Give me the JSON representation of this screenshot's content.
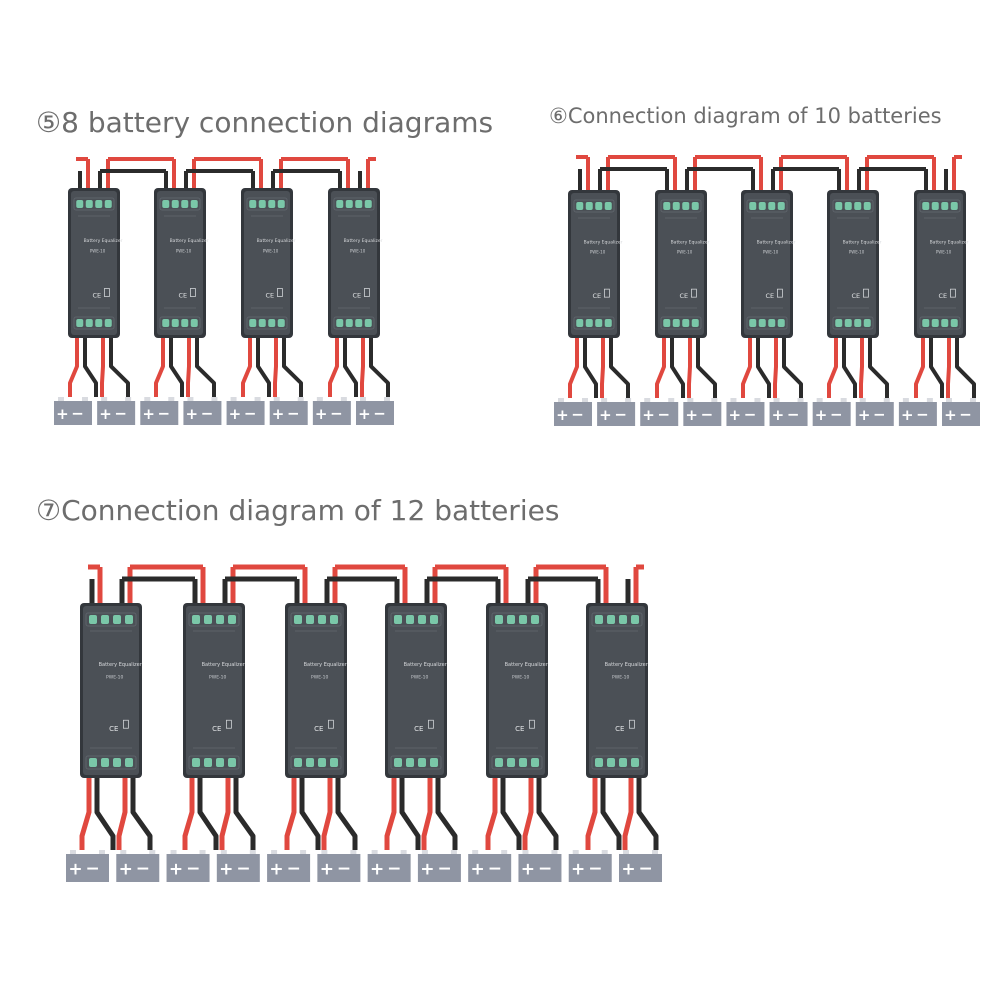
{
  "diagrams": [
    {
      "id": "d8",
      "marker": "⑤",
      "title": "8 battery connection diagrams",
      "equalizers": 4,
      "batteries": 8
    },
    {
      "id": "d10",
      "marker": "⑥",
      "title": "Connection diagram of 10 batteries",
      "equalizers": 5,
      "batteries": 10
    },
    {
      "id": "d12",
      "marker": "⑦",
      "title": "Connection diagram of 12 batteries",
      "equalizers": 6,
      "batteries": 12
    }
  ],
  "device": {
    "label": "Battery Equalizer",
    "model": "PWE-10",
    "cert": "CE"
  },
  "battery": {
    "plus": "+",
    "minus": "−"
  },
  "colors": {
    "wire_red": "#e0483f",
    "wire_black": "#2b2b2b",
    "device_body": "#4b5056",
    "device_edge": "#33373c",
    "terminal": "#7ac7a8",
    "battery_body": "#8f95a3",
    "title": "#6d6d6d"
  }
}
